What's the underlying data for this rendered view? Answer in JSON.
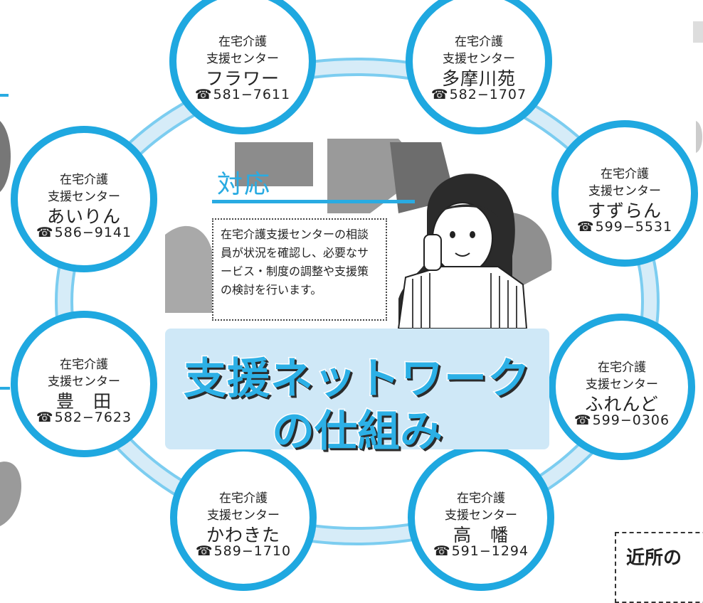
{
  "diagram": {
    "title_line1": "支援ネットワーク",
    "title_line2": "の仕組み",
    "response_heading": "対応",
    "response_text": "在宅介護支援センターの相談員が状況を確認し、必要なサービス・制度の調整や支援策の検討を行います。",
    "nearby_label": "近所の",
    "centers": [
      {
        "line1": "在宅介護",
        "line2": "支援センター",
        "name": "フラワー",
        "tel_icon": "☎",
        "tel": "581−7611"
      },
      {
        "line1": "在宅介護",
        "line2": "支援センター",
        "name": "多摩川苑",
        "tel_icon": "☎",
        "tel": "582−1707"
      },
      {
        "line1": "在宅介護",
        "line2": "支援センター",
        "name": "すずらん",
        "tel_icon": "☎",
        "tel": "599−5531"
      },
      {
        "line1": "在宅介護",
        "line2": "支援センター",
        "name": "ふれんど",
        "tel_icon": "☎",
        "tel": "599−0306"
      },
      {
        "line1": "在宅介護",
        "line2": "支援センター",
        "name": "高　幡",
        "tel_icon": "☎",
        "tel": "591−1294"
      },
      {
        "line1": "在宅介護",
        "line2": "支援センター",
        "name": "かわきた",
        "tel_icon": "☎",
        "tel": "589−1710"
      },
      {
        "line1": "在宅介護",
        "line2": "支援センター",
        "name": "豊　田",
        "tel_icon": "☎",
        "tel": "582−7623"
      },
      {
        "line1": "在宅介護",
        "line2": "支援センター",
        "name": "あいりん",
        "tel_icon": "☎",
        "tel": "586−9141"
      }
    ]
  },
  "colors": {
    "accent": "#29abe2",
    "ring": "#d6ecf8",
    "ring_edge": "#7ccdf0",
    "title_fill": "#2cb0e6",
    "title_box": "#cfe8f7"
  }
}
